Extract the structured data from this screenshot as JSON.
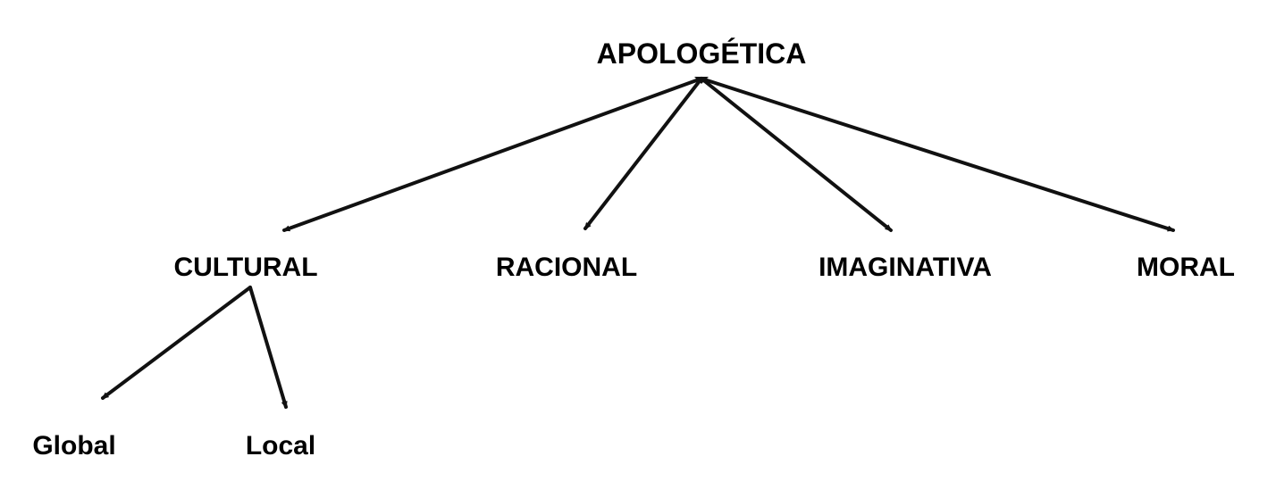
{
  "diagram": {
    "root": {
      "id": "apologetica",
      "label": "APOLOGÉTICA"
    },
    "children": [
      {
        "id": "cultural",
        "label": "CULTURAL",
        "parent": "apologetica"
      },
      {
        "id": "racional",
        "label": "RACIONAL",
        "parent": "apologetica"
      },
      {
        "id": "imaginativa",
        "label": "IMAGINATIVA",
        "parent": "apologetica"
      },
      {
        "id": "moral",
        "label": "MORAL",
        "parent": "apologetica"
      }
    ],
    "grandchildren": [
      {
        "id": "global",
        "label": "Global",
        "parent": "cultural"
      },
      {
        "id": "local",
        "label": "Local",
        "parent": "cultural"
      }
    ],
    "edges": [
      {
        "from": "apologetica",
        "to": "cultural"
      },
      {
        "from": "apologetica",
        "to": "racional"
      },
      {
        "from": "apologetica",
        "to": "imaginativa"
      },
      {
        "from": "apologetica",
        "to": "moral"
      },
      {
        "from": "cultural",
        "to": "global"
      },
      {
        "from": "cultural",
        "to": "local"
      }
    ],
    "colors": {
      "line": "#111111",
      "text": "#000000",
      "background": "#ffffff"
    }
  }
}
